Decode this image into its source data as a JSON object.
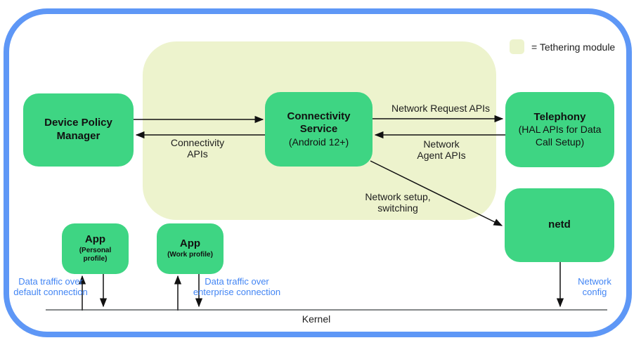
{
  "legend": {
    "label": "= Tethering module"
  },
  "nodes": {
    "dpm": {
      "title": "Device Policy Manager"
    },
    "connectivity_service": {
      "title": "Connectivity Service",
      "subtitle": "(Android 12+)"
    },
    "telephony": {
      "title": "Telephony",
      "subtitle": "(HAL APIs for Data Call Setup)"
    },
    "netd": {
      "title": "netd"
    },
    "app_personal": {
      "title": "App",
      "subtitle": "(Personal profile)"
    },
    "app_work": {
      "title": "App",
      "subtitle": "(Work profile)"
    }
  },
  "edge_labels": {
    "network_request_apis": "Network Request APIs",
    "network_agent_apis": "Network\nAgent APIs",
    "connectivity_apis": "Connectivity\nAPIs",
    "network_setup": "Network setup,\nswitching",
    "data_traffic_default": "Data traffic over\ndefault connection",
    "data_traffic_enterprise": "Data traffic over\nenterprise connection",
    "network_config": "Network\nconfig"
  },
  "kernel": {
    "label": "Kernel"
  },
  "colors": {
    "frame_blue": "#5e97f6",
    "node_green": "#3ed583",
    "module_background": "#edf3cd",
    "accent_text_blue": "#4285f4"
  }
}
